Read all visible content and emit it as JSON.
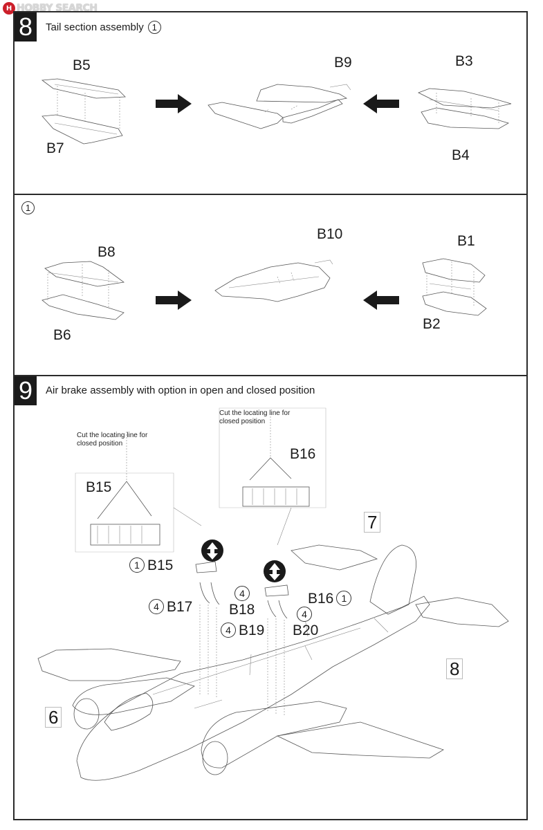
{
  "header": {
    "logo_badge": "H",
    "logo_text": "HOBBY SEARCH"
  },
  "step8": {
    "number": "8",
    "title": "Tail section assembly",
    "ref_circle": "1",
    "parts": {
      "b5": "B5",
      "b7": "B7",
      "b9": "B9",
      "b3": "B3",
      "b4": "B4"
    }
  },
  "substep": {
    "ref_circle": "1",
    "parts": {
      "b8": "B8",
      "b6": "B6",
      "b10": "B10",
      "b1": "B1",
      "b2": "B2"
    }
  },
  "step9": {
    "number": "9",
    "title": "Air brake assembly with option in open and closed position",
    "note_left": "Cut the locating line for closed position",
    "note_right": "Cut the locating line for closed position",
    "detail_left_part": "B15",
    "detail_right_part": "B16",
    "callouts": {
      "b15": {
        "circle": "1",
        "label": "B15"
      },
      "b17": {
        "circle": "4",
        "label": "B17"
      },
      "b18": {
        "circle": "4",
        "label": "B18"
      },
      "b19": {
        "circle": "4",
        "label": "B19"
      },
      "b20": {
        "circle": "4",
        "label": "B20"
      },
      "b16": {
        "circle": "1",
        "label": "B16"
      }
    },
    "assembly_refs": {
      "ref7": "7",
      "ref8": "8",
      "ref6": "6"
    }
  },
  "icons": [
    "open-close-toggle-icon",
    "right-arrow-icon",
    "left-arrow-icon"
  ]
}
